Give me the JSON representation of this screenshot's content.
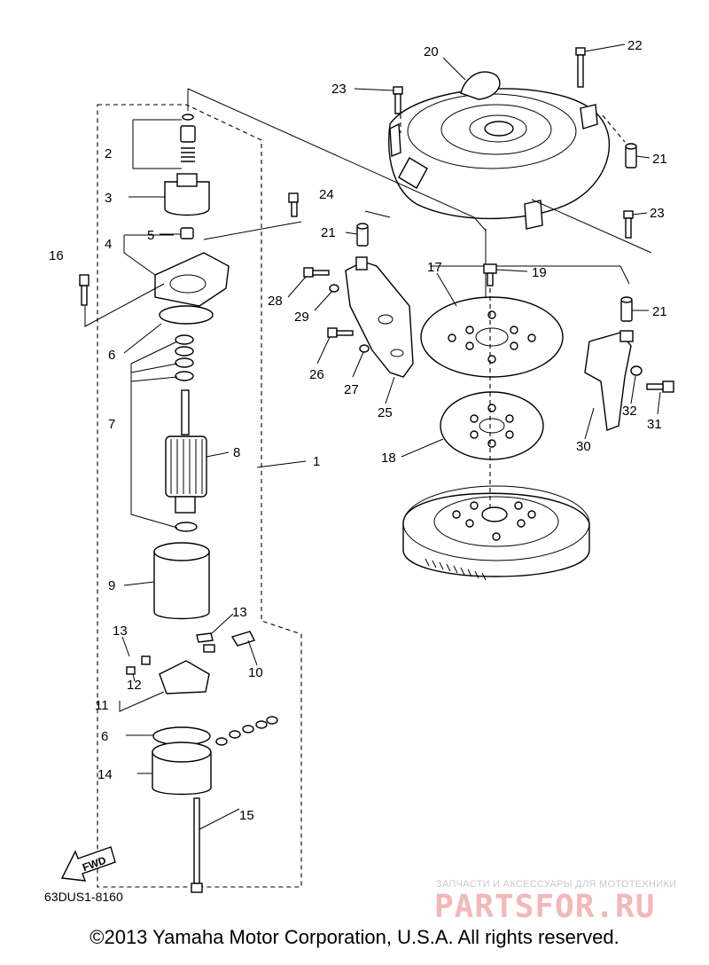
{
  "diagram": {
    "code": "63DUS1-8160",
    "copyright": "©2013 Yamaha Motor Corporation, U.S.A. All rights reserved.",
    "fwd_label": "FWD",
    "watermark": {
      "subtitle": "ЗАПЧАСТИ И АКСЕССУАРЫ ДЛЯ МОТОТЕХНИКИ",
      "brand": "PARTSFOR.RU"
    },
    "callouts": {
      "c1": "1",
      "c2": "2",
      "c3": "3",
      "c4": "4",
      "c5": "5",
      "c6a": "6",
      "c6b": "6",
      "c7": "7",
      "c8": "8",
      "c9": "9",
      "c10": "10",
      "c11": "11",
      "c12": "12",
      "c13a": "13",
      "c13b": "13",
      "c14": "14",
      "c15": "15",
      "c16": "16",
      "c17": "17",
      "c18": "18",
      "c19": "19",
      "c20": "20",
      "c21a": "21",
      "c21b": "21",
      "c21c": "21",
      "c22": "22",
      "c23a": "23",
      "c23b": "23",
      "c24": "24",
      "c25": "25",
      "c26": "26",
      "c27": "27",
      "c28": "28",
      "c29": "29",
      "c30": "30",
      "c31": "31",
      "c32": "32"
    }
  }
}
